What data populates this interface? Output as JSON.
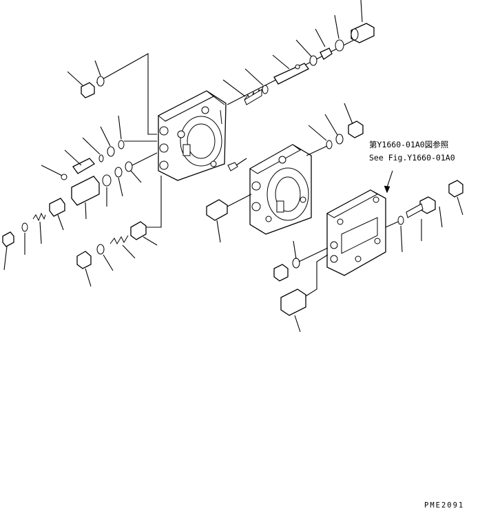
{
  "diagram": {
    "reference_line_1": "第Y1660-01A0図参照",
    "reference_line_2": "See Fig.Y1660-01A0",
    "drawing_code": "PME2091"
  }
}
